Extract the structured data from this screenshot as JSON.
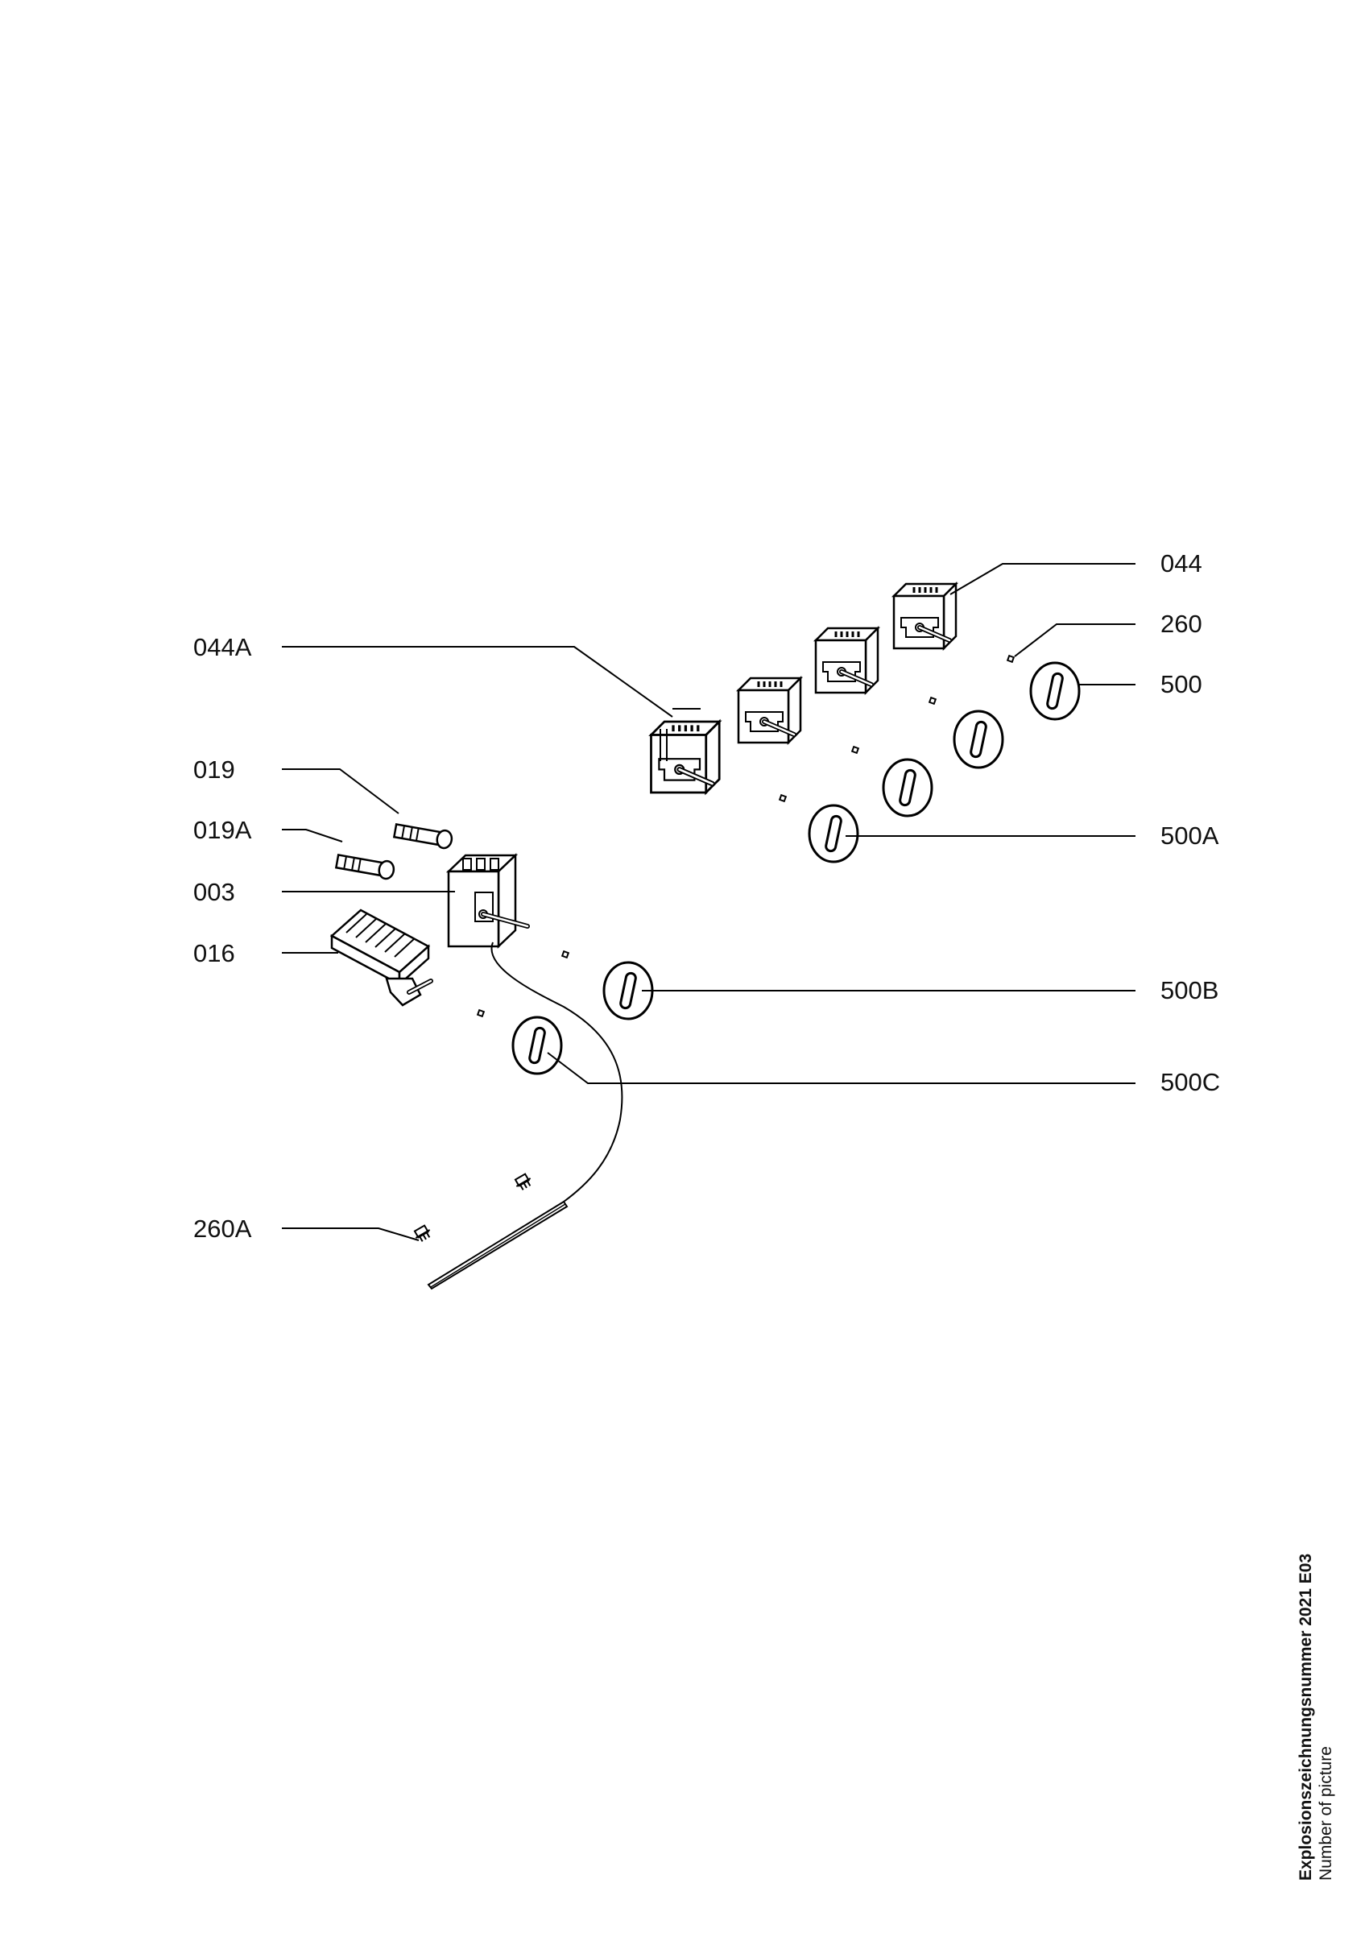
{
  "labels": {
    "l044": "044",
    "l260": "260",
    "l500": "500",
    "l044A": "044A",
    "l019": "019",
    "l019A": "019A",
    "l003": "003",
    "l016": "016",
    "l500A": "500A",
    "l500B": "500B",
    "l500C": "500C",
    "l260A": "260A"
  },
  "side_text": {
    "title": "Explosionszeichnungsnummer 2021 E03",
    "subtitle": "Number of picture"
  }
}
